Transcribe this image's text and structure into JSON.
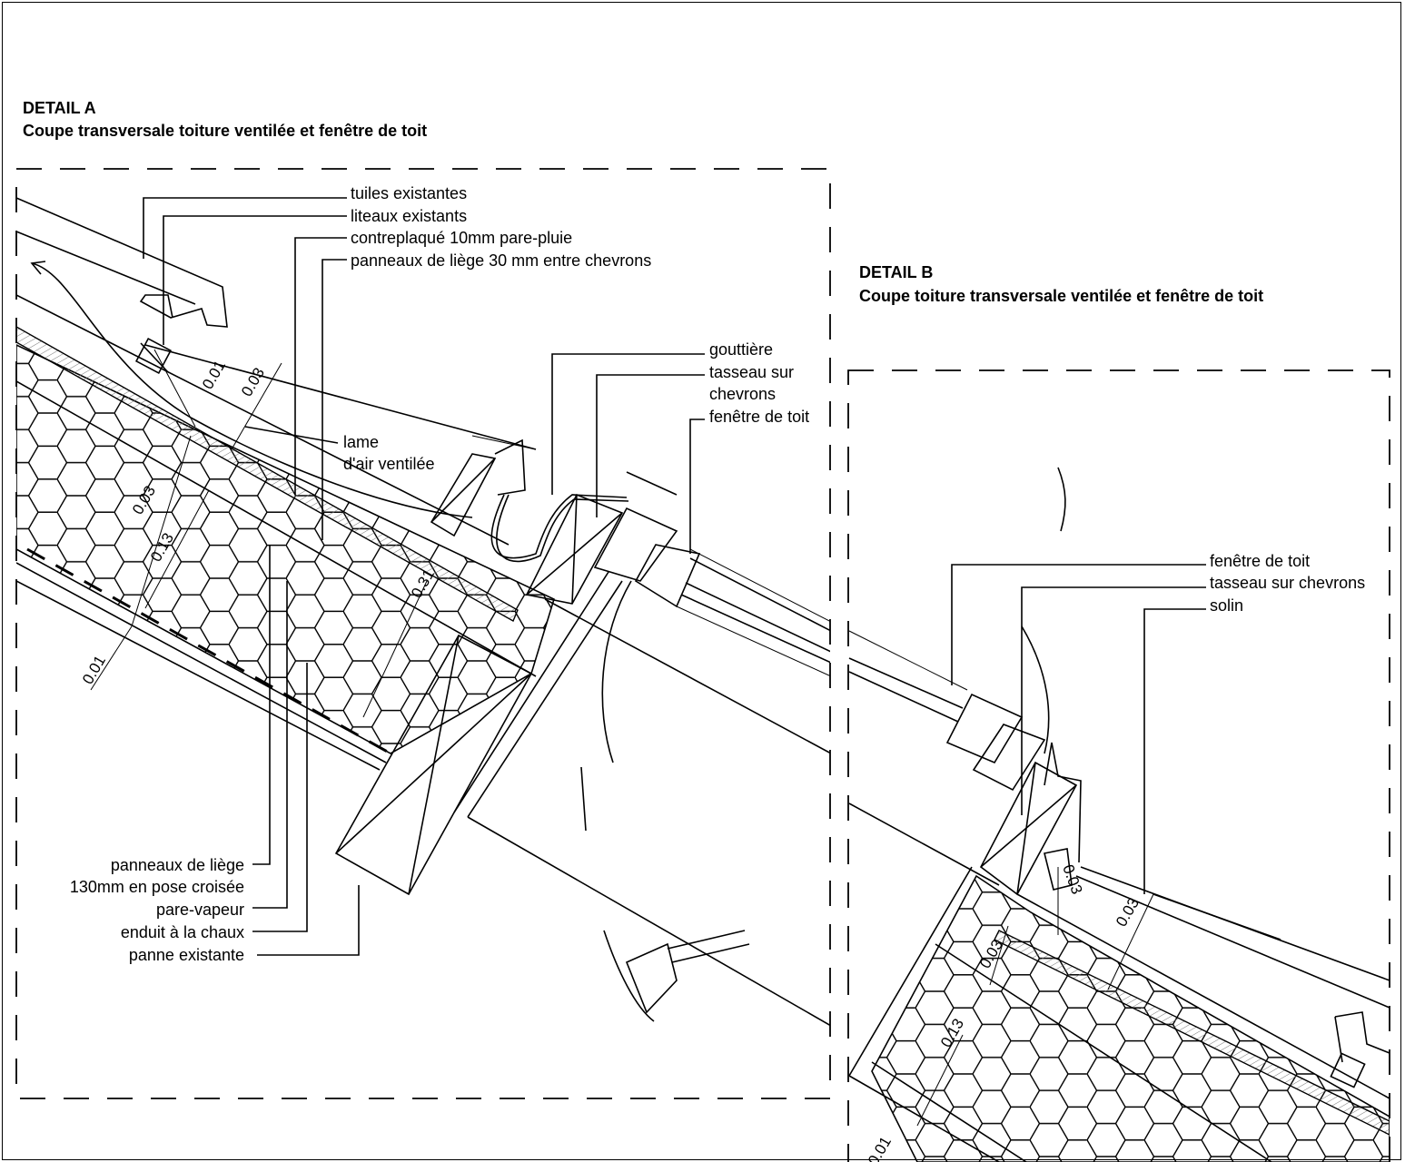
{
  "detail_a": {
    "title": "DETAIL A",
    "subtitle": "Coupe  transversale toiture ventilée et fenêtre de toit",
    "labels_top": [
      "tuiles existantes",
      "liteaux existants",
      "contreplaqué 10mm pare-pluie",
      "panneaux de liège 30 mm entre chevrons"
    ],
    "label_air_1": "lame",
    "label_air_2": "d'air ventilée",
    "labels_right": [
      "gouttière",
      "tasseau sur",
      "chevrons",
      "fenêtre de toit"
    ],
    "labels_bottom": [
      "panneaux de liège",
      "130mm en pose croisée",
      "pare-vapeur",
      "enduit à la chaux",
      "panne existante"
    ],
    "dims": [
      "0.01",
      "0.03",
      "0.03",
      "0.13",
      "0.31",
      "0.01"
    ]
  },
  "detail_b": {
    "title": "DETAIL B",
    "subtitle": "Coupe toiture transversale ventilée et fenêtre de toit",
    "labels": [
      "fenêtre de toit",
      "tasseau sur chevrons",
      "solin"
    ],
    "dims": [
      "0.03",
      "0.03",
      "0.03",
      "0.13",
      "0.01"
    ]
  }
}
